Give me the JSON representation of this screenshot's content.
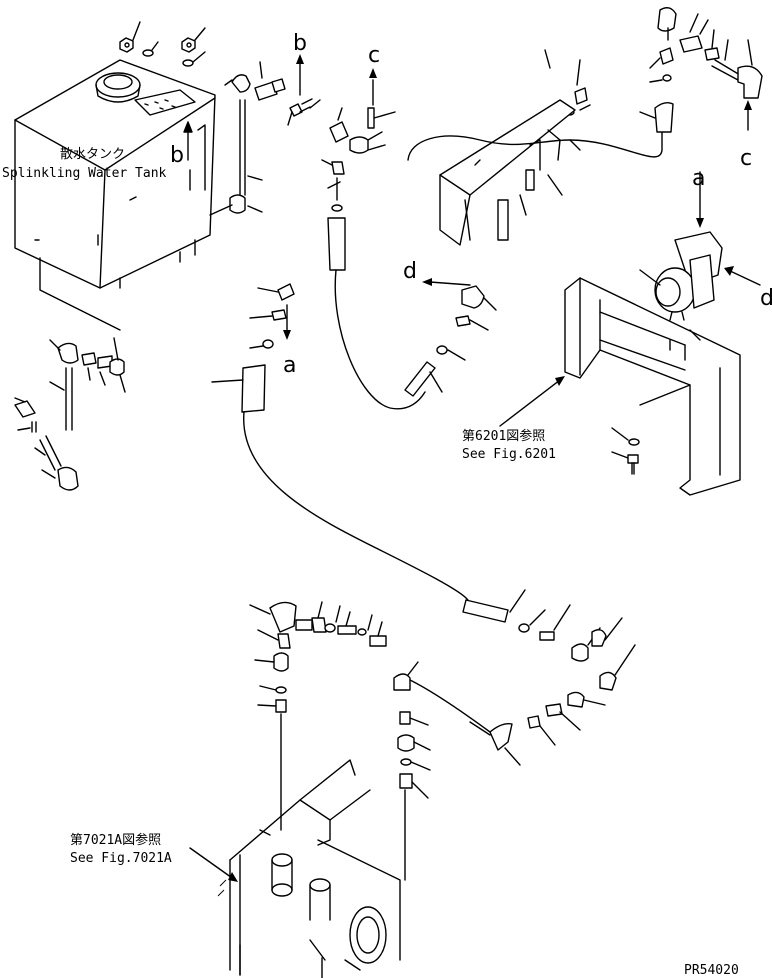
{
  "tank_label": {
    "jp": "散水タンク",
    "en": "Splinkling Water Tank"
  },
  "refs": {
    "fig6201_jp": "第6201図参照",
    "fig6201_en": "See Fig.6201",
    "fig7021a_jp": "第7021A図参照",
    "fig7021a_en": "See Fig.7021A"
  },
  "connection_letters": [
    "a",
    "b",
    "c",
    "d"
  ],
  "drawing_number": "PR54020"
}
